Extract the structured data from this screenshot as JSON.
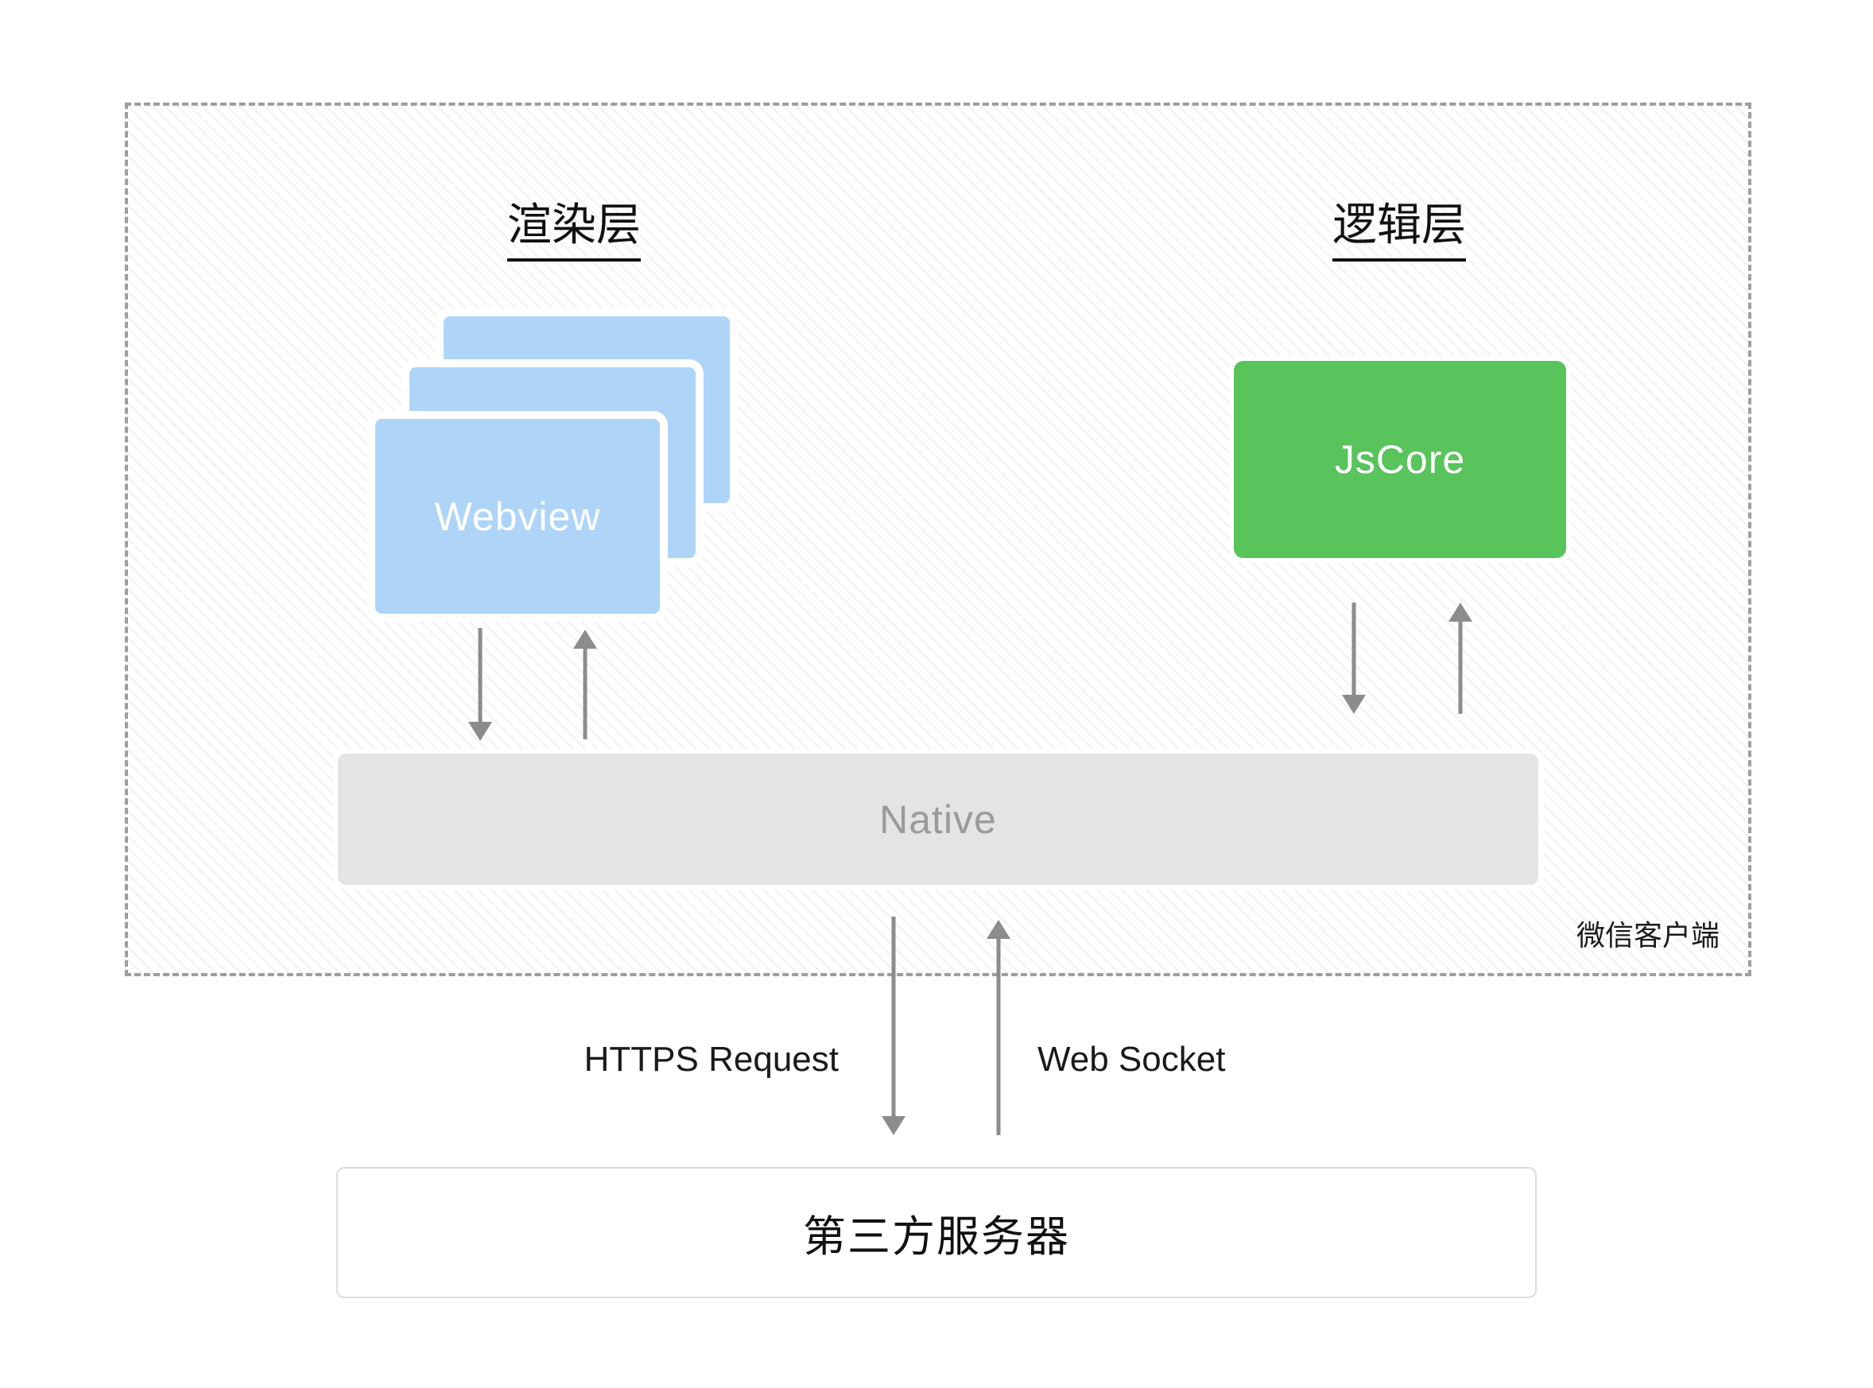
{
  "client_box": {
    "label": "微信客户端"
  },
  "render_layer": {
    "heading": "渲染层",
    "webview_label": "Webview"
  },
  "logic_layer": {
    "heading": "逻辑层",
    "jscore_label": "JsCore"
  },
  "native_bar": {
    "label": "Native"
  },
  "network": {
    "https_label": "HTTPS Request",
    "websocket_label": "Web Socket"
  },
  "server_box": {
    "label": "第三方服务器"
  },
  "colors": {
    "webview_blue": "#aed5f8",
    "jscore_green": "#59c35c",
    "native_gray": "#e4e4e4",
    "arrow_gray": "#8c8c8c"
  }
}
